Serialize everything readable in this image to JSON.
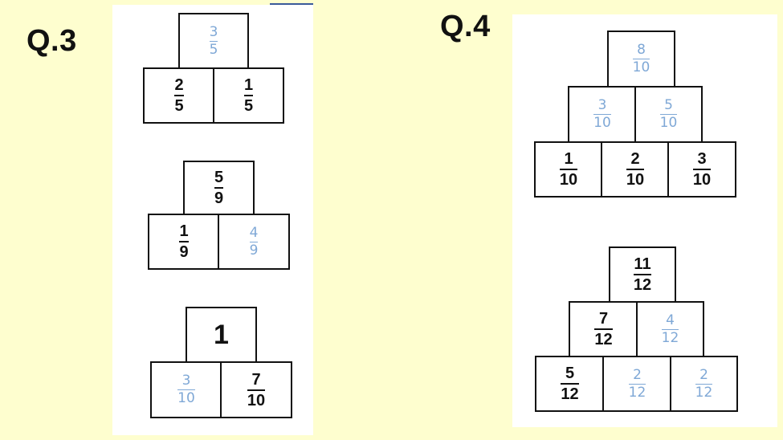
{
  "q3": {
    "label": "Q.3",
    "pyramid_a": {
      "top": {
        "num": "3",
        "den": "5"
      },
      "bottom_left": {
        "num": "2",
        "den": "5"
      },
      "bottom_right": {
        "num": "1",
        "den": "5"
      }
    },
    "pyramid_b": {
      "top": {
        "num": "5",
        "den": "9"
      },
      "bottom_left": {
        "num": "1",
        "den": "9"
      },
      "bottom_right": {
        "num": "4",
        "den": "9"
      }
    },
    "pyramid_c": {
      "top": {
        "value": "1"
      },
      "bottom_left": {
        "num": "3",
        "den": "10"
      },
      "bottom_right": {
        "num": "7",
        "den": "10"
      }
    }
  },
  "q4": {
    "label": "Q.4",
    "pyramid_a": {
      "top": {
        "num": "8",
        "den": "10"
      },
      "middle_left": {
        "num": "3",
        "den": "10"
      },
      "middle_right": {
        "num": "5",
        "den": "10"
      },
      "bottom_left": {
        "num": "1",
        "den": "10"
      },
      "bottom_middle": {
        "num": "2",
        "den": "10"
      },
      "bottom_right": {
        "num": "3",
        "den": "10"
      }
    },
    "pyramid_b": {
      "top": {
        "num": "11",
        "den": "12"
      },
      "middle_left": {
        "num": "7",
        "den": "12"
      },
      "middle_right": {
        "num": "4",
        "den": "12"
      },
      "bottom_left": {
        "num": "5",
        "den": "12"
      },
      "bottom_middle": {
        "num": "2",
        "den": "12"
      },
      "bottom_right": {
        "num": "2",
        "den": "12"
      }
    }
  }
}
